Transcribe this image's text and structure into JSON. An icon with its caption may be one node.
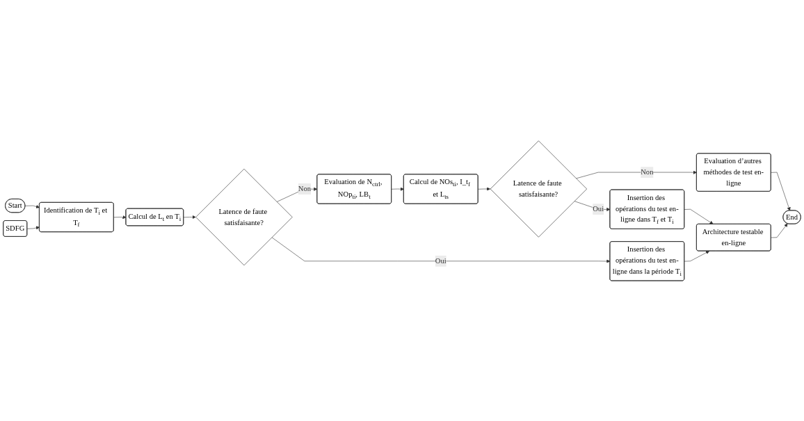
{
  "diagram": {
    "nodes": [
      {
        "text": [
          "Start"
        ]
      },
      {
        "text": [
          "Evaluation de N$_{ctrl}$, NOp$_{ti}$, LB$_{t}$"
        ]
      },
      {
        "text": [
          "Identification de T$_{i}$ et T$_{f}$"
        ]
      },
      {
        "text": [
          "SDFG"
        ]
      },
      {
        "text": [
          "Calcul de NOs$_{ti}$, I_t$_{f}$ et L$_{ts}$"
        ]
      },
      {
        "text": [
          "Calcul de L$_{t}$ en T$_{i}$"
        ]
      },
      {
        "text": [
          "Latence de faute satisfaisante?"
        ]
      },
      {
        "text": [
          "Latence de faute satisfaisante?"
        ]
      },
      {
        "text": [
          "Evaluation d’autres méthodes de test en-ligne"
        ]
      },
      {
        "text": [
          "Insertion des opérations du test en-ligne dans T$_{f}$ et T$_{i}$"
        ]
      },
      {
        "text": [
          "Insertion des opérations du test en-ligne dans la période T$_{i}$"
        ]
      },
      {
        "text": [
          "Architecture testable en-ligne"
        ]
      },
      {
        "text": [
          "End"
        ]
      }
    ],
    "edges": [
      {
        "from": 0,
        "to": 2,
        "arrow": "to"
      },
      {
        "from": 3,
        "to": 2,
        "arrow": "to"
      },
      {
        "from": 2,
        "to": 5,
        "arrow": "to"
      },
      {
        "from": 5,
        "to": 7,
        "arrow": "to"
      },
      {
        "from": 7,
        "to": 1,
        "label": "Non",
        "arrow": "to"
      },
      {
        "from": 7,
        "to": 10,
        "label": "Oui",
        "arrow": "to"
      },
      {
        "from": 1,
        "to": 4,
        "arrow": "to"
      },
      {
        "from": 4,
        "to": 6,
        "arrow": "to"
      },
      {
        "from": 6,
        "to": 8,
        "label": "Non",
        "arrow": "to"
      },
      {
        "from": 6,
        "to": 9,
        "label": "Oui",
        "arrow": "to"
      },
      {
        "from": 9,
        "to": 11,
        "arrow": "to"
      },
      {
        "from": 10,
        "to": 11,
        "arrow": "to"
      },
      {
        "from": 11,
        "to": 12,
        "arrow": "to"
      },
      {
        "from": 8,
        "to": 12,
        "arrow": "to"
      }
    ]
  }
}
